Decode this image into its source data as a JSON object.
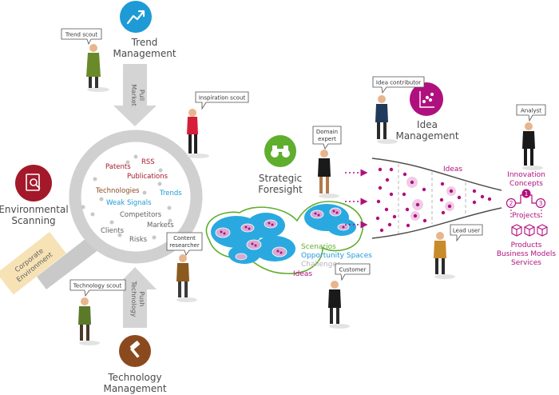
{
  "colors": {
    "blue": "#1e9ad6",
    "red": "#a3192a",
    "brown": "#8b4a1e",
    "green": "#5fae2e",
    "magenta": "#b0107e",
    "grey": "#d4d4d4",
    "dark_grey": "#5f5f5f",
    "sand": "#f7e2b6",
    "light_blue": "#29a9e0"
  },
  "modules": {
    "trend": {
      "label_1": "Trend",
      "label_2": "Management",
      "icon": "trend-up-icon"
    },
    "environmental": {
      "label_1": "Environmental",
      "label_2": "Scanning",
      "icon": "document-search-icon"
    },
    "technology": {
      "label_1": "Technology",
      "label_2": "Management",
      "icon": "hammer-icon"
    },
    "foresight": {
      "label_1": "Strategic",
      "label_2": "Foresight",
      "icon": "binoculars-icon"
    },
    "idea": {
      "label_1": "Idea",
      "label_2": "Management",
      "icon": "scatter-chart-icon"
    }
  },
  "arrows": {
    "market_pull": {
      "line_1": "Market",
      "line_2": "Pull"
    },
    "technology_push": {
      "line_1": "Technology",
      "line_2": "Push"
    }
  },
  "corporate_environment": {
    "line_1": "Corporate",
    "line_2": "Environment"
  },
  "lens_terms": {
    "rss": "RSS",
    "patents": "Patents",
    "publications": "Publications",
    "technologies": "Technologies",
    "trends": "Trends",
    "weak_signals": "Weak Signals",
    "competitors": "Competitors",
    "markets": "Markets",
    "clients": "Clients",
    "risks": "Risks"
  },
  "roles": {
    "trend_scout": "Trend scout",
    "inspiration_scout": "Inspiration scout",
    "content_researcher_1": "Content",
    "content_researcher_2": "researcher",
    "technology_scout": "Technology scout",
    "domain_expert_1": "Domain",
    "domain_expert_2": "expert",
    "idea_contributor": "Idea contributor",
    "customer": "Customer",
    "lead_user": "Lead user",
    "analyst": "Analyst"
  },
  "foresight_outputs": {
    "scenarios": "Scenarios",
    "opportunity_spaces": "Opportunity Spaces",
    "challenges": "Challenges",
    "ideas": "Ideas"
  },
  "funnel": {
    "ideas_label": "Ideas"
  },
  "outputs": {
    "innovation_1": "Innovation",
    "innovation_2": "Concepts",
    "step_1": "1",
    "step_2": "2",
    "step_3": "3",
    "projects": "Projects",
    "products": "Products",
    "business_models": "Business Models",
    "services": "Services"
  }
}
